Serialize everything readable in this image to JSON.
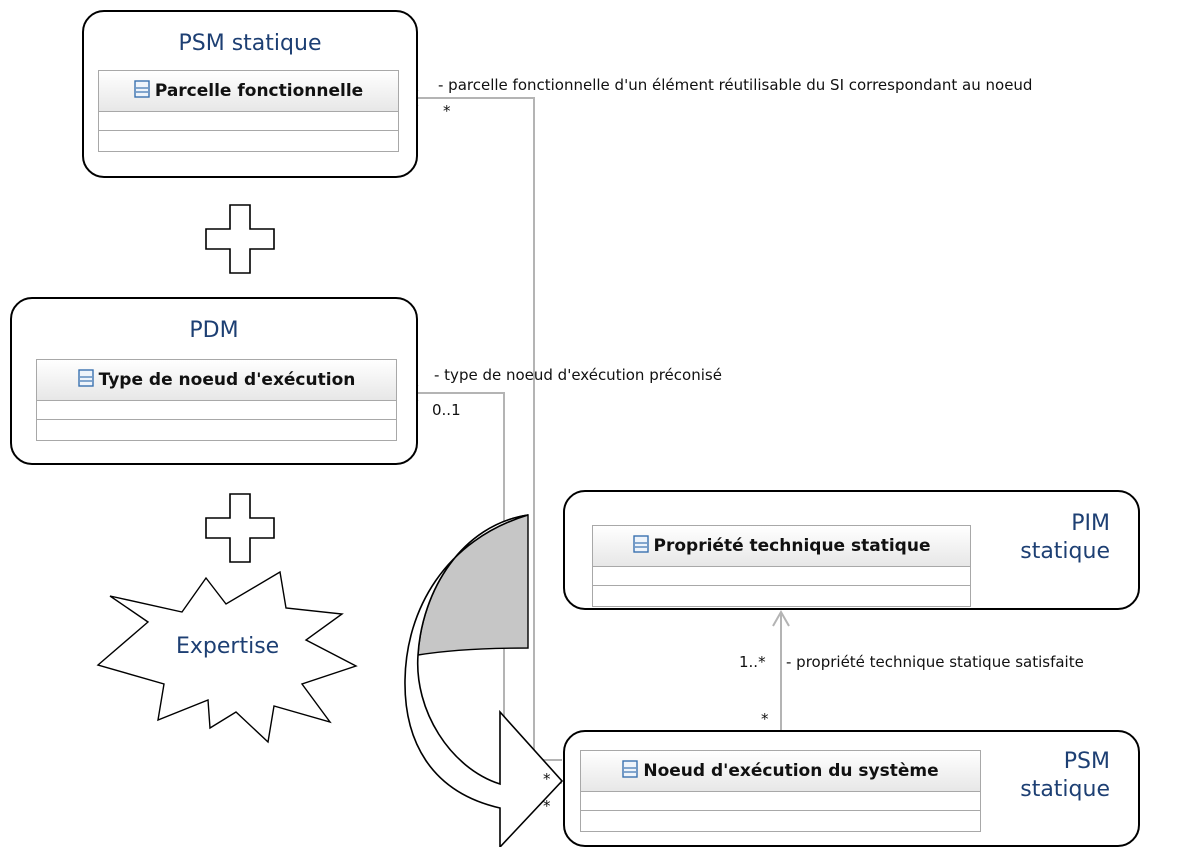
{
  "packages": {
    "psm_top": {
      "title": "PSM statique"
    },
    "pdm": {
      "title": "PDM"
    },
    "pim": {
      "title_line1": "PIM",
      "title_line2": "statique"
    },
    "psm_bottom": {
      "title_line1": "PSM",
      "title_line2": "statique"
    }
  },
  "classes": {
    "parcelle": {
      "name": "Parcelle fonctionnelle"
    },
    "type_noeud": {
      "name": "Type de noeud d'exécution"
    },
    "propriete": {
      "name": "Propriété technique statique"
    },
    "noeud": {
      "name": "Noeud d'exécution du système"
    }
  },
  "associations": {
    "parcelle_role": "- parcelle fonctionnelle d'un élément réutilisable du SI correspondant au noeud",
    "parcelle_mult": "*",
    "type_role": "- type de noeud d'exécution préconisé",
    "type_mult": "0..1",
    "prop_role": "- propriété technique statique satisfaite",
    "prop_mult_top": "1..*",
    "prop_mult_bottom": "*",
    "noeud_mult_1": "*",
    "noeud_mult_2": "*"
  },
  "expertise": {
    "label": "Expertise"
  }
}
